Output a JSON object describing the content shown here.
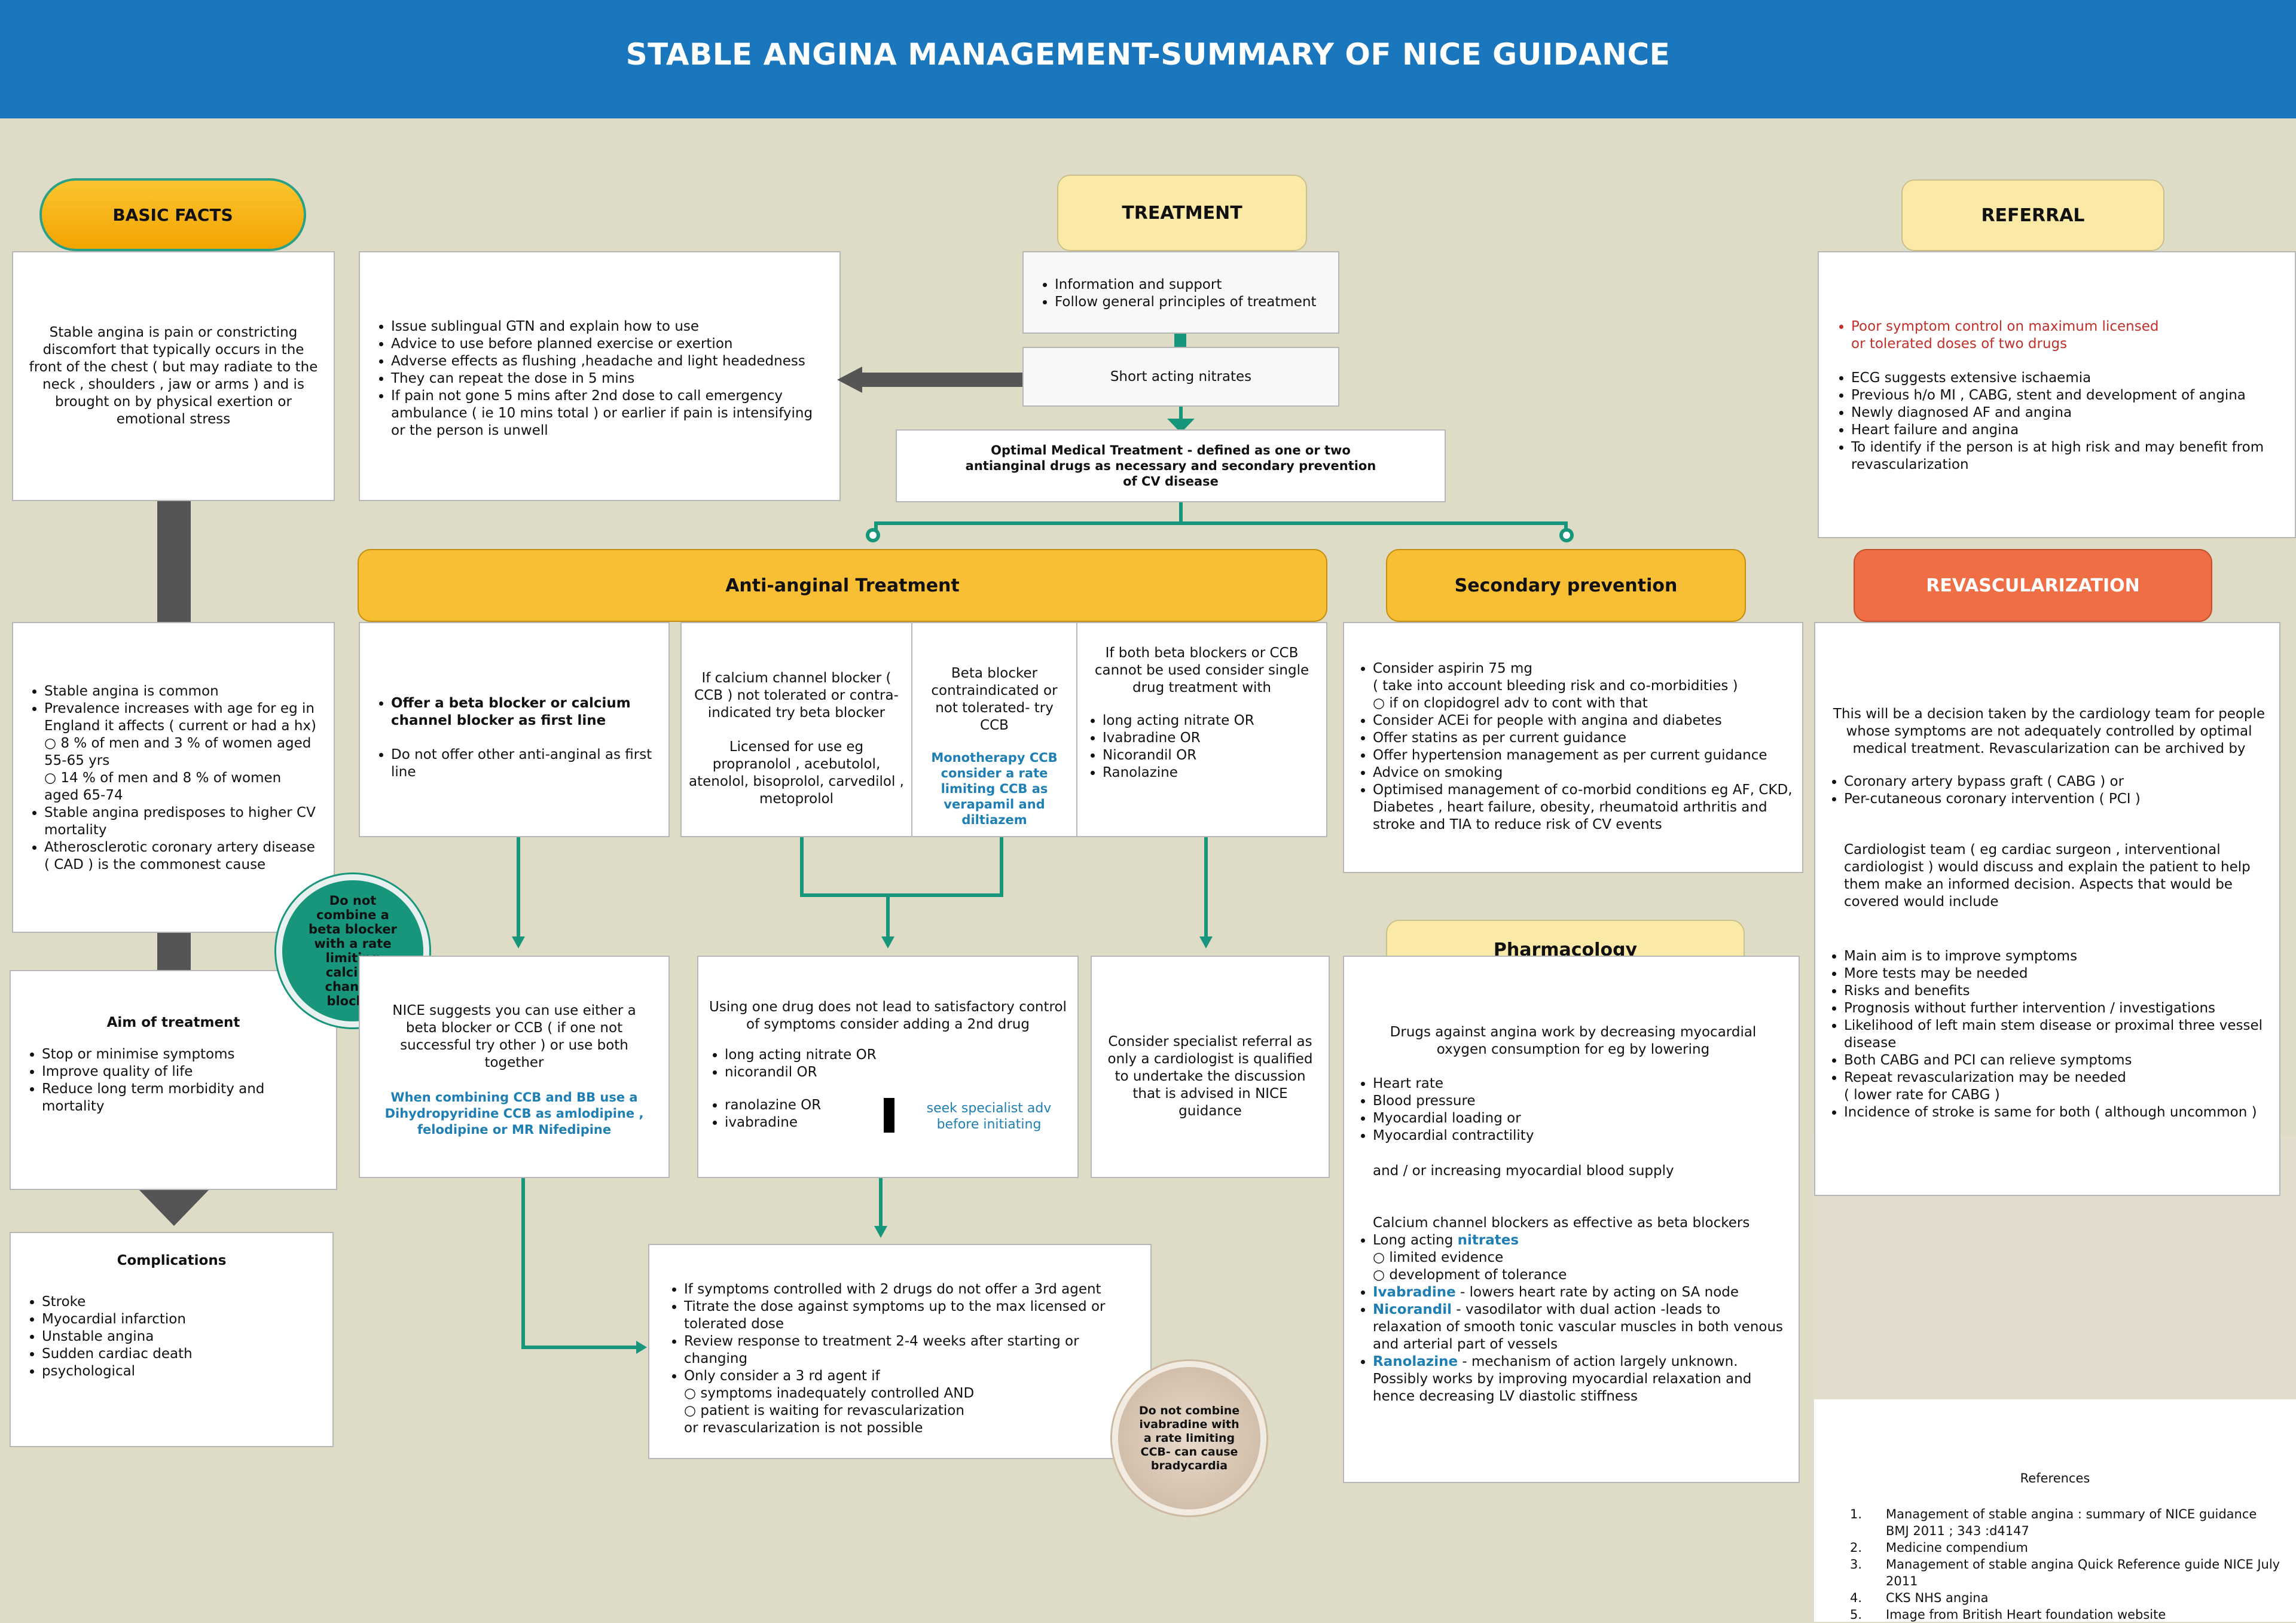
{
  "title": "STABLE ANGINA MANAGEMENT-SUMMARY OF NICE GUIDANCE",
  "basic_facts": {
    "label": "BASIC FACTS",
    "definition": "Stable angina is pain or constricting discomfort that typically occurs in the front of the chest ( but may radiate to the neck , shoulders , jaw or arms ) and is brought on by physical exertion or emotional stress",
    "facts": [
      "Stable angina is common",
      "Prevalence increases with age for eg in England it affects ( current or had a hx)",
      "○ 8 % of men and 3 % of women aged 55-65 yrs",
      "○ 14 % of men and 8 % of women aged 65-74",
      "Stable angina predisposes to higher CV mortality",
      "Atherosclerotic coronary artery disease ( CAD ) is the commonest cause"
    ],
    "aim_title": "Aim of treatment",
    "aim_items": [
      "Stop or minimise symptoms",
      "Improve quality of life",
      "Reduce long term morbidity and mortality"
    ],
    "complications_title": "Complications",
    "complications": [
      "Stroke",
      "Myocardial infarction",
      "Unstable angina",
      "Sudden cardiac death",
      "psychological"
    ]
  },
  "gtn_box": [
    "Issue sublingual GTN and explain how to use",
    "Advice to use before planned exercise or exertion",
    "Adverse effects as flushing ,headache and light headedness",
    "They can repeat the dose in 5 mins",
    "If pain not gone 5 mins after 2nd dose to call emergency ambulance ( ie 10 mins total ) or earlier if pain is intensifying or the person is unwell"
  ],
  "treatment": {
    "label": "TREATMENT",
    "info": [
      "Information and support",
      "Follow general principles of treatment"
    ],
    "short_acting": "Short acting nitrates",
    "omt": "Optimal Medical Treatment - defined as one or two antianginal drugs as necessary and secondary prevention of CV disease"
  },
  "anti_anginal": {
    "label": "Anti-anginal Treatment",
    "col1_bold": "Offer a beta blocker or calcium channel blocker as first line",
    "col1_item": "Do not offer other anti-anginal as first line",
    "col2_a": "If calcium channel blocker ( CCB ) not tolerated or contra-indicated try beta blocker",
    "col2_b": "Licensed for use eg propranolol , acebutolol, atenolol, bisoprolol, carvedilol , metoprolol",
    "col3_a": "Beta blocker contraindicated or not tolerated- try CCB",
    "col3_b": "Monotherapy CCB consider a rate limiting CCB as verapamil and diltiazem",
    "col4_a": "If both beta blockers or CCB cannot be used consider single drug treatment with",
    "col4_items": [
      "long acting nitrate OR",
      "Ivabradine OR",
      "Nicorandil OR",
      "Ranolazine"
    ]
  },
  "do_not_combine_1": "Do not combine a beta blocker with a rate limiting calcium channel blocker",
  "nice_suggests": {
    "text": "NICE suggests you can use either a beta blocker or CCB ( if one not successful try other ) or use both together",
    "teal": "When combining CCB and BB use a Dihydropyridine CCB as amlodipine , felodipine or MR Nifedipine"
  },
  "using_one_drug": {
    "text": "Using one drug does not lead to satisfactory control of symptoms consider adding a 2nd drug",
    "items_a": [
      "long acting nitrate OR",
      "nicorandil OR"
    ],
    "items_b": [
      "ranolazine OR",
      "ivabradine"
    ],
    "note": "seek specialist adv before initiating"
  },
  "specialist": "Consider specialist referral as only a cardiologist is qualified to undertake the  discussion that is advised in NICE guidance",
  "third_agent": [
    "If symptoms controlled with 2 drugs do not offer a 3rd agent",
    "Titrate the dose against symptoms up to the max licensed or tolerated dose",
    "Review response to treatment 2-4 weeks after starting or changing",
    "Only consider a 3 rd agent if"
  ],
  "third_agent_sub": [
    "○ symptoms inadequately controlled AND",
    "○ patient is waiting for revascularization",
    "or revascularization is not possible"
  ],
  "do_not_combine_2": "Do not combine ivabradine with a rate limiting CCB- can cause bradycardia",
  "secondary_prevention": {
    "label": "Secondary prevention",
    "items": [
      "Consider aspirin 75 mg",
      "( take into account bleeding risk and co-morbidities )",
      "○ if on clopidogrel adv to cont with that",
      "Consider ACEi for people with angina and diabetes",
      "Offer statins as per current guidance",
      "Offer hypertension management as per current guidance",
      "Advice on smoking",
      "Optimised management of co-morbid conditions eg AF, CKD, Diabetes , heart failure, obesity, rheumatoid arthritis and stroke and TIA to reduce risk of CV events"
    ]
  },
  "pharmacology": {
    "label": "Pharmacology",
    "intro": "Drugs against angina work by decreasing myocardial oxygen consumption for eg by lowering",
    "items": [
      "Heart rate",
      "Blood pressure",
      "Myocardial loading or",
      "Myocardial contractility"
    ],
    "supply": "and / or increasing myocardial blood supply",
    "ccb": "Calcium channel blockers as effective as beta blockers",
    "nitrates_pre": "Long acting ",
    "nitrates": "nitrates",
    "nitrates_sub": [
      "○ limited evidence",
      "○ development of tolerance"
    ],
    "ivabradine": "Ivabradine",
    "ivabradine_text": " - lowers heart rate by acting on SA node",
    "nicorandil": "Nicorandil",
    "nicorandil_text": " - vasodilator with dual action -leads to relaxation of smooth tonic vascular muscles in both venous and arterial part of vessels",
    "ranolazine": "Ranolazine",
    "ranolazine_text": " - mechanism of action largely unknown. Possibly works by improving myocardial relaxation and hence decreasing LV diastolic stiffness"
  },
  "referral": {
    "label": "REFERRAL",
    "red_item": "Poor symptom control on maximum licensed or tolerated doses of two drugs",
    "items": [
      "ECG suggests extensive ischaemia",
      "Previous h/o MI , CABG, stent and development of angina",
      "Newly diagnosed AF and angina",
      "Heart failure and angina",
      "To identify if the person is at high risk and may benefit from revascularization"
    ]
  },
  "revascularization": {
    "label": "REVASCULARIZATION",
    "intro": "This will be a decision taken by the cardiology team for people whose symptoms are not adequately controlled by optimal medical treatment. Revascularization can be archived by",
    "options": [
      "Coronary artery bypass graft ( CABG ) or",
      "Per-cutaneous coronary intervention ( PCI )"
    ],
    "team": "Cardiologist team ( eg cardiac surgeon , interventional cardiologist ) would discuss and explain the patient to help them make an informed decision. Aspects that would be covered would include",
    "aspects": [
      "Main aim is to improve symptoms",
      "More tests may be needed",
      "Risks and benefits",
      "Prognosis without further intervention / investigations",
      "Likelihood of left main stem disease or proximal three vessel disease",
      "Both CABG and PCI can relieve symptoms",
      "Repeat revascularization may be needed",
      "( lower rate for CABG )",
      "Incidence of stroke is same for both ( although uncommon )"
    ]
  },
  "references": {
    "title": "References",
    "nums": [
      "1.",
      "2.",
      "3.",
      "4.",
      "5."
    ],
    "items": [
      "Management of stable angina : summary of NICE guidance BMJ 2011 ; 343 :d4147",
      "Medicine compendium",
      "Management of stable angina Quick Reference guide NICE July 2011",
      "CKS NHS angina",
      "Image from British Heart foundation website"
    ]
  }
}
